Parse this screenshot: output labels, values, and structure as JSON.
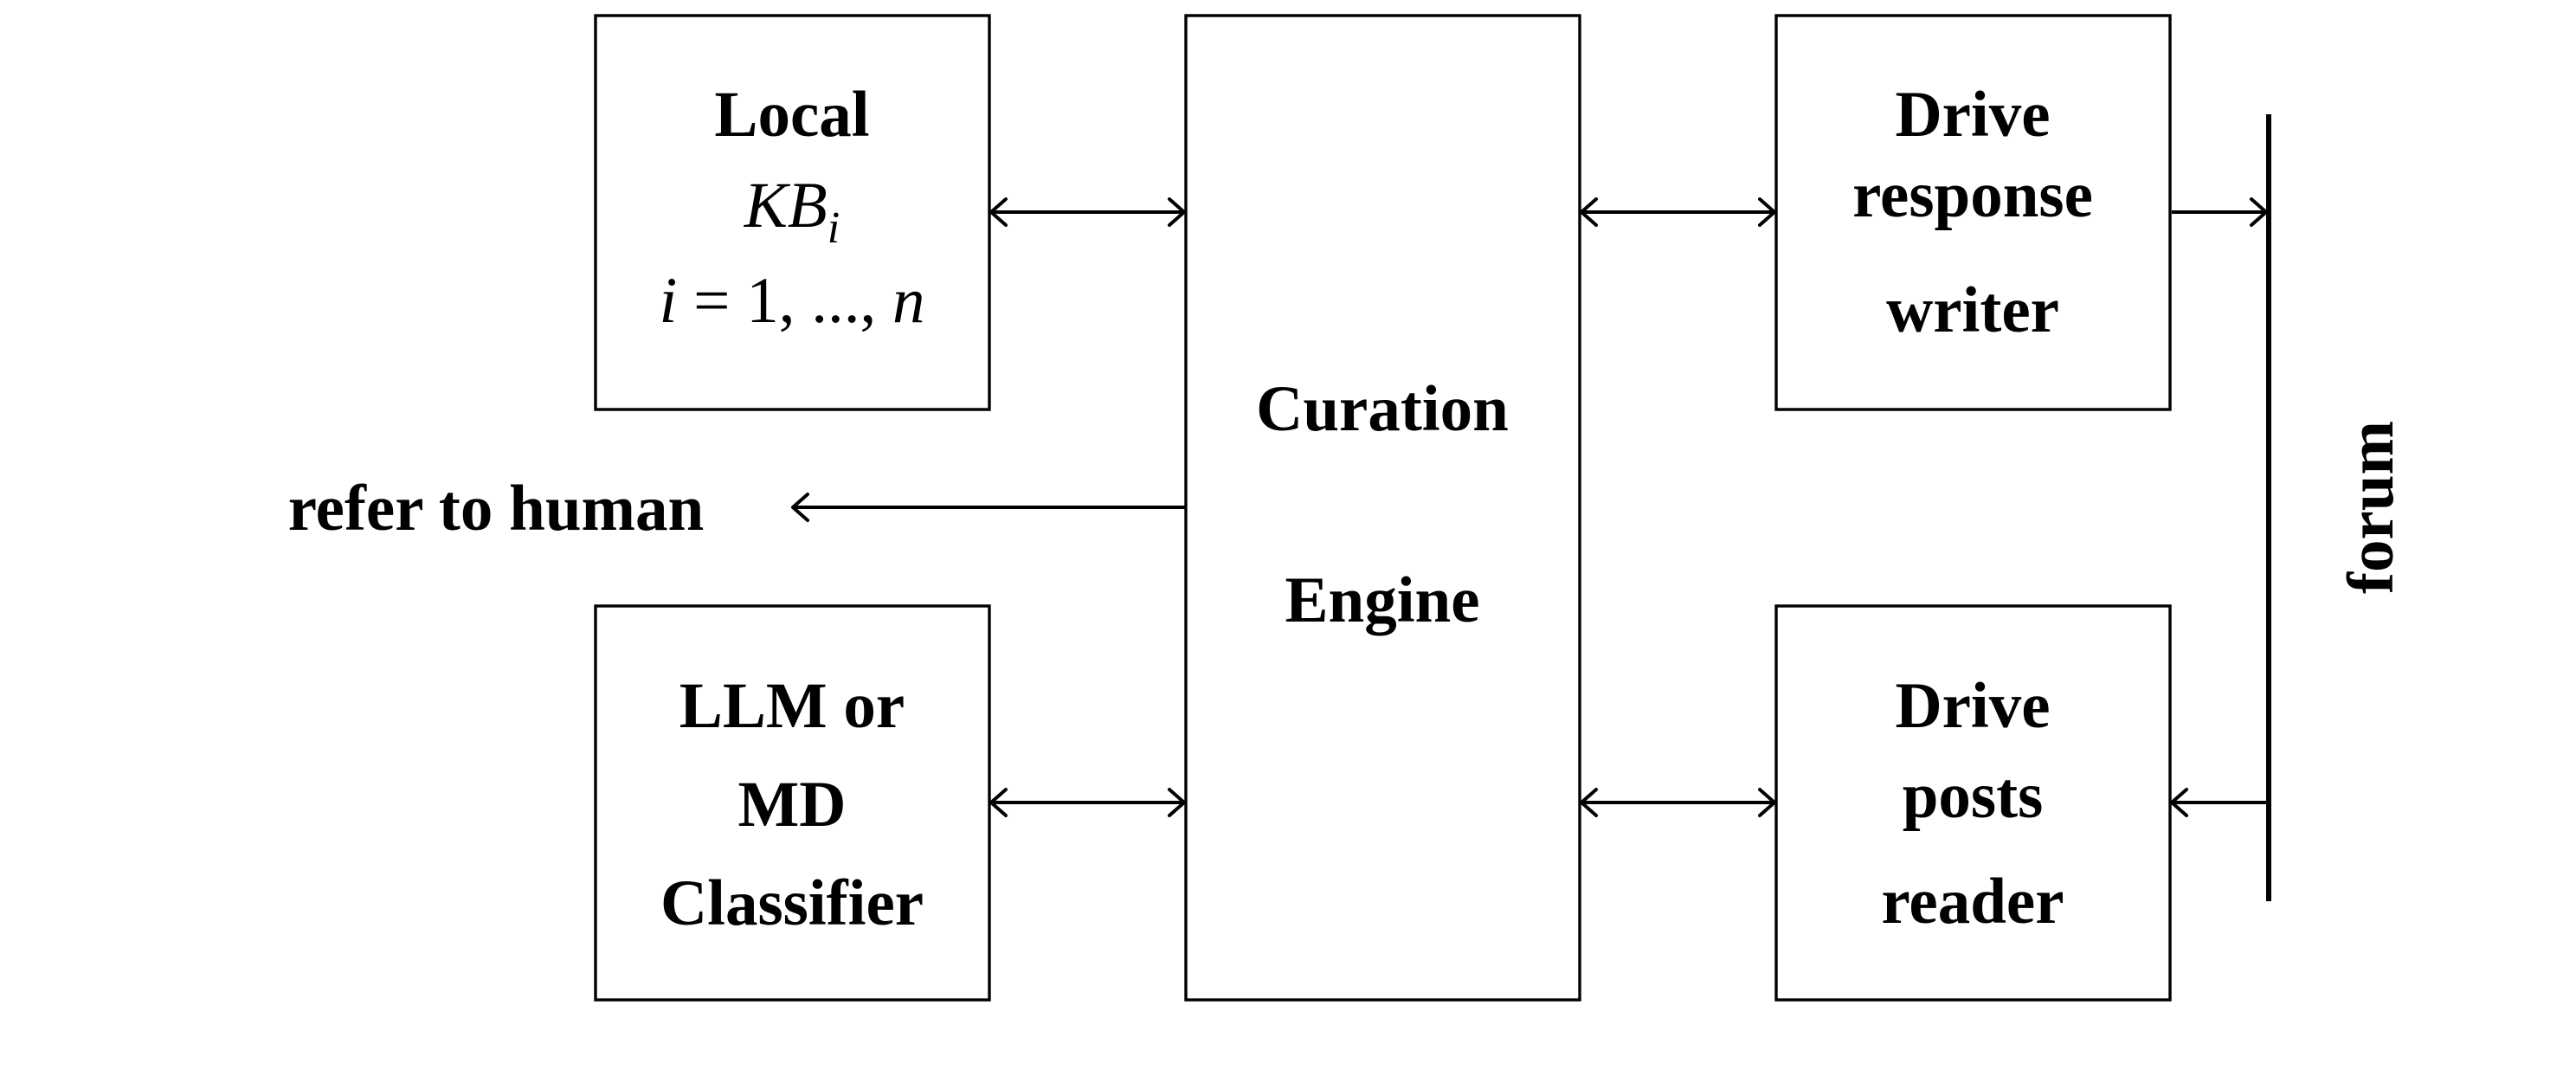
{
  "diagram": {
    "nodes": {
      "local_kb": {
        "title": "Local",
        "kb_base": "KB",
        "kb_sub": "i",
        "range_i": "i",
        "range_eq": " = 1, ..., ",
        "range_n": "n"
      },
      "classifier": {
        "lines": [
          "LLM or",
          "MD",
          "Classifier"
        ]
      },
      "curation_engine": {
        "lines": [
          "Curation",
          "Engine"
        ]
      },
      "response_writer": {
        "lines": [
          "Drive",
          "response",
          "writer"
        ]
      },
      "posts_reader": {
        "lines": [
          "Drive",
          "posts",
          "reader"
        ]
      }
    },
    "labels": {
      "refer": "refer to human",
      "forum": "forum"
    },
    "edges": [
      {
        "from": "local_kb",
        "to": "curation_engine",
        "direction": "both"
      },
      {
        "from": "classifier",
        "to": "curation_engine",
        "direction": "both"
      },
      {
        "from": "curation_engine",
        "to": "response_writer",
        "direction": "both"
      },
      {
        "from": "curation_engine",
        "to": "posts_reader",
        "direction": "both"
      },
      {
        "from": "curation_engine",
        "to": "refer to human",
        "direction": "forward"
      },
      {
        "from": "response_writer",
        "to": "forum",
        "direction": "forward"
      },
      {
        "from": "forum",
        "to": "posts_reader",
        "direction": "forward"
      }
    ]
  }
}
